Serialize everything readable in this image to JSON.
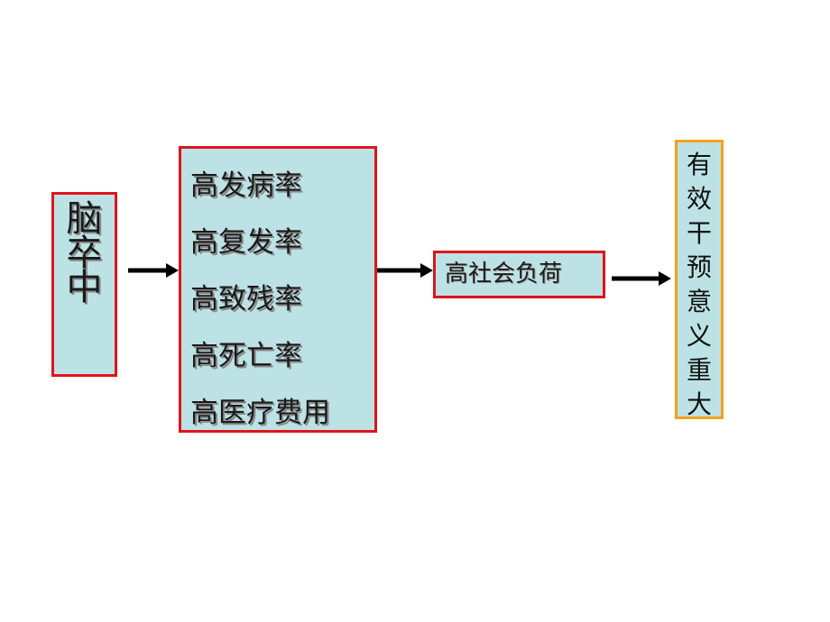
{
  "stroke_box": {
    "label": "脑卒中"
  },
  "rates_box": {
    "items": [
      "高发病率",
      "高复发率",
      "高致残率",
      "高死亡率",
      "高医疗费用"
    ]
  },
  "burden_box": {
    "label": "高社会负荷"
  },
  "significance_box": {
    "label": "有效干预意义重大"
  },
  "colors": {
    "box_fill": "#bde2e5",
    "red_border": "#e0141b",
    "orange_border": "#f4a21a",
    "arrow": "#000000"
  }
}
